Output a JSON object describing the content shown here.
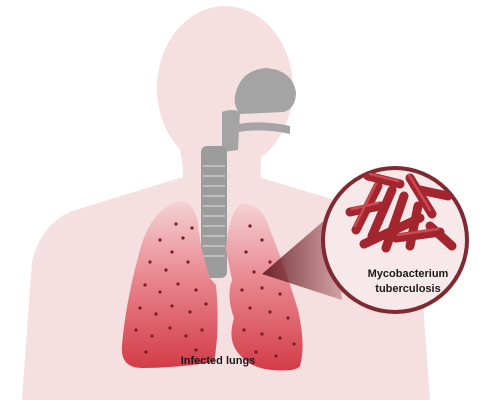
{
  "labels": {
    "lungs": "Infected lungs",
    "bacterium_line1": "Mycobacterium",
    "bacterium_line2": "tuberculosis"
  },
  "colors": {
    "body_silhouette": "#f6dfe0",
    "airway": "#9a9a9a",
    "lung_top": "#f2c5c8",
    "lung_bottom": "#d6404b",
    "lesion": "#7a1c24",
    "inset_ring": "#7e2a30",
    "inset_fill": "#f6e6e7",
    "bacteria": "#a3262f",
    "callout": "#6a2228"
  }
}
